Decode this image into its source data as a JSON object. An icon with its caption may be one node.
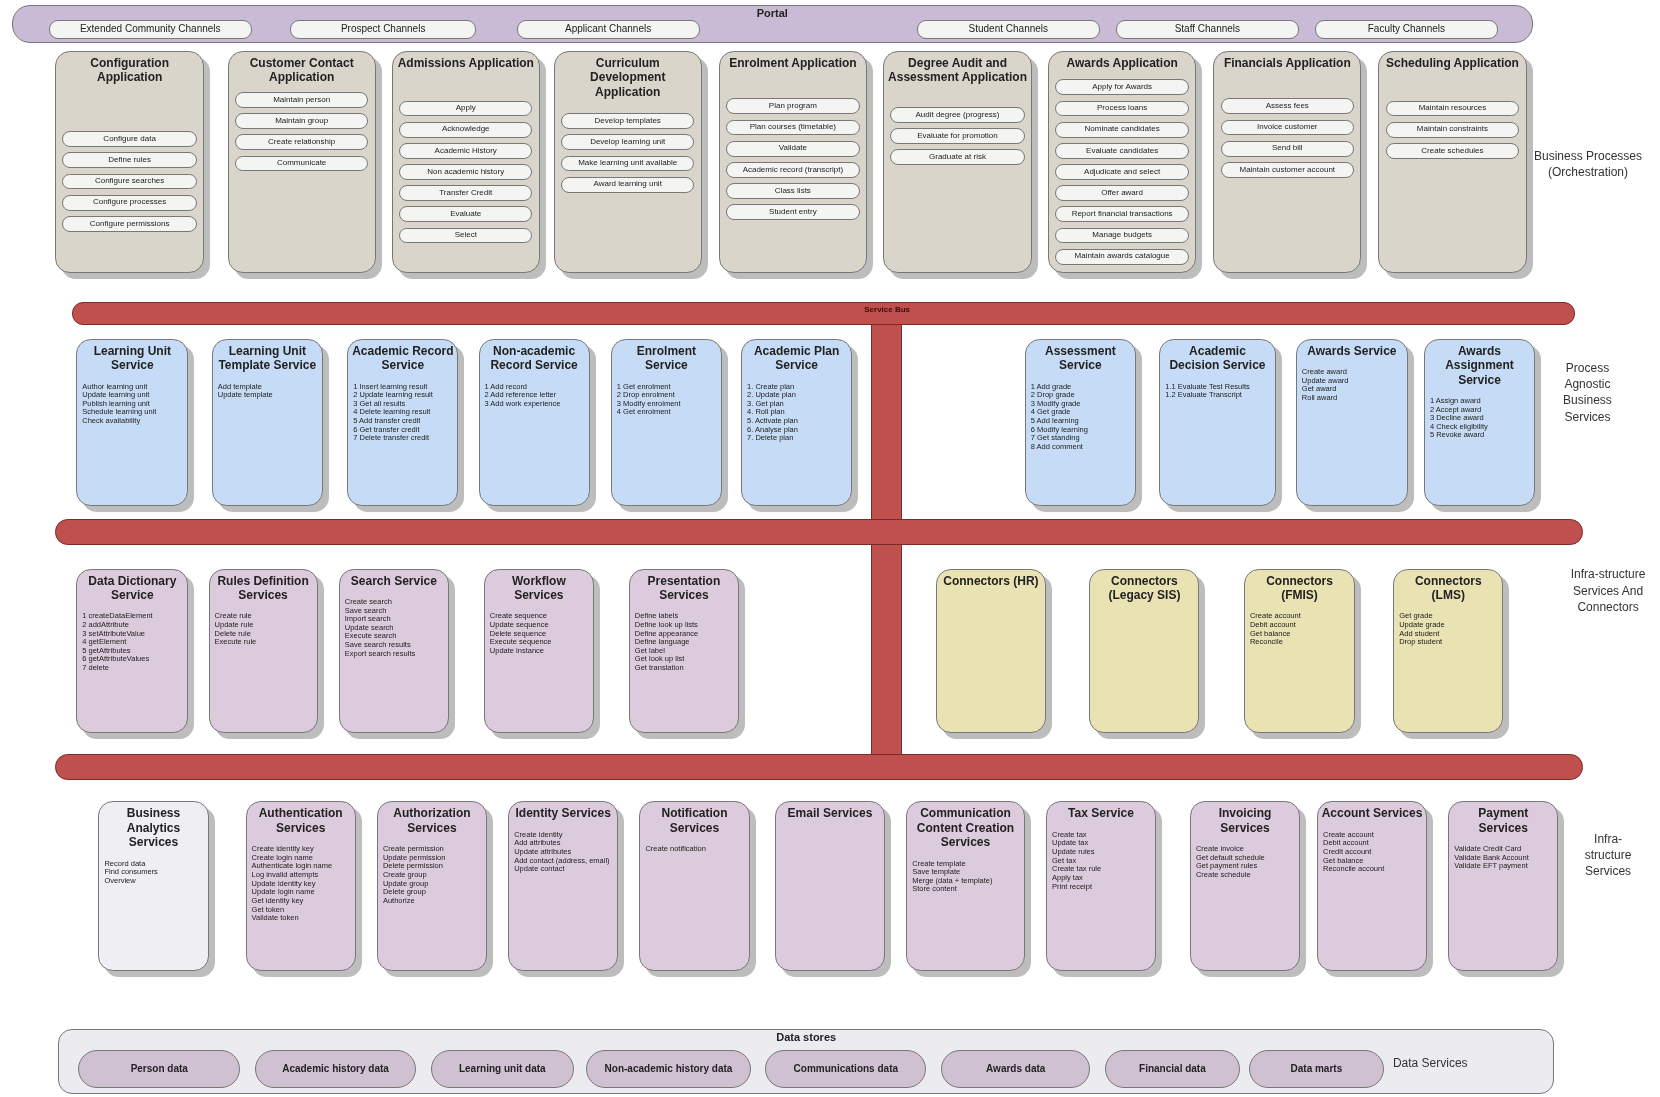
{
  "diagram": {
    "nodes": [
      {
        "text": [
          "Portal"
        ]
      },
      {
        "text": [
          "Extended Community Channels"
        ],
        "in": 0
      },
      {
        "text": [
          "Prospect Channels"
        ],
        "in": 0
      },
      {
        "text": [
          "Applicant Channels"
        ],
        "in": 0
      },
      {
        "text": [
          "Student Channels"
        ],
        "in": 0
      },
      {
        "text": [
          "Staff Channels"
        ],
        "in": 0
      },
      {
        "text": [
          "Faculty Channels"
        ],
        "in": 0
      },
      {
        "text": [
          "Configuration Application"
        ]
      },
      {
        "text": [
          "Configure data"
        ],
        "in": 7
      },
      {
        "text": [
          "Define rules"
        ],
        "in": 7
      },
      {
        "text": [
          "Configure searches"
        ],
        "in": 7
      },
      {
        "text": [
          "Configure processes"
        ],
        "in": 7
      },
      {
        "text": [
          "Configure permissions"
        ],
        "in": 7
      },
      {
        "text": [
          "Customer Contact Application"
        ]
      },
      {
        "text": [
          "Maintain person"
        ],
        "in": 13
      },
      {
        "text": [
          "Maintain group"
        ],
        "in": 13
      },
      {
        "text": [
          "Create relationship"
        ],
        "in": 13
      },
      {
        "text": [
          "Communicate"
        ],
        "in": 13
      },
      {
        "text": [
          "Admissions Application"
        ]
      },
      {
        "text": [
          "Apply"
        ],
        "in": 18
      },
      {
        "text": [
          "Acknowledge"
        ],
        "in": 18
      },
      {
        "text": [
          "Academic History"
        ],
        "in": 18
      },
      {
        "text": [
          "Non academic history"
        ],
        "in": 18
      },
      {
        "text": [
          "Transfer Credit"
        ],
        "in": 18
      },
      {
        "text": [
          "Evaluate"
        ],
        "in": 18
      },
      {
        "text": [
          "Select"
        ],
        "in": 18
      },
      {
        "text": [
          "Curriculum Development Application"
        ]
      },
      {
        "text": [
          "Develop templates"
        ],
        "in": 26
      },
      {
        "text": [
          "Develop learning unit"
        ],
        "in": 26
      },
      {
        "text": [
          "Make learning unit available"
        ],
        "in": 26
      },
      {
        "text": [
          "Award learning unit"
        ],
        "in": 26
      },
      {
        "text": [
          "Enrolment Application"
        ]
      },
      {
        "text": [
          "Plan program"
        ],
        "in": 31
      },
      {
        "text": [
          "Plan courses (timetable)"
        ],
        "in": 31
      },
      {
        "text": [
          "Validate"
        ],
        "in": 31
      },
      {
        "text": [
          "Academic record (transcript)"
        ],
        "in": 31
      },
      {
        "text": [
          "Class lists"
        ],
        "in": 31
      },
      {
        "text": [
          "Student entry"
        ],
        "in": 31
      },
      {
        "text": [
          "Degree Audit and Assessment Application"
        ]
      },
      {
        "text": [
          "Audit degree (progress)"
        ],
        "in": 38
      },
      {
        "text": [
          "Evaluate for promotion"
        ],
        "in": 38
      },
      {
        "text": [
          "Graduate at risk"
        ],
        "in": 38
      },
      {
        "text": [
          "Awards Application"
        ]
      },
      {
        "text": [
          "Apply for Awards"
        ],
        "in": 42
      },
      {
        "text": [
          "Process loans"
        ],
        "in": 42
      },
      {
        "text": [
          "Nominate candidates"
        ],
        "in": 42
      },
      {
        "text": [
          "Evaluate candidates"
        ],
        "in": 42
      },
      {
        "text": [
          "Adjudicate and select"
        ],
        "in": 42
      },
      {
        "text": [
          "Offer award"
        ],
        "in": 42
      },
      {
        "text": [
          "Report financial transactions"
        ],
        "in": 42
      },
      {
        "text": [
          "Manage budgets"
        ],
        "in": 42
      },
      {
        "text": [
          "Maintain awards catalogue"
        ],
        "in": 42
      },
      {
        "text": [
          "Financials Application"
        ]
      },
      {
        "text": [
          "Assess fees"
        ],
        "in": 52
      },
      {
        "text": [
          "Invoice customer"
        ],
        "in": 52
      },
      {
        "text": [
          "Send bill"
        ],
        "in": 52
      },
      {
        "text": [
          "Maintain customer account"
        ],
        "in": 52
      },
      {
        "text": [
          "Scheduling Application"
        ]
      },
      {
        "text": [
          "Maintain resources"
        ],
        "in": 57
      },
      {
        "text": [
          "Maintain constraints"
        ],
        "in": 57
      },
      {
        "text": [
          "Create schedules"
        ],
        "in": 57
      },
      {
        "text": [
          "Service Bus"
        ]
      },
      {
        "text": [
          "Learning Unit Service",
          "Author learning unit",
          "Update learning unit",
          "Publish learning unit",
          "Schedule learning unit",
          "Check availability"
        ]
      },
      {
        "text": [
          "Learning Unit Template Service",
          "Add template",
          "Update template"
        ]
      },
      {
        "text": [
          "Academic Record Service",
          "1 Insert learning result",
          "2 Update learning result",
          "3 Get all results",
          "4 Delete learning result",
          "5 Add transfer credit",
          "6 Get transfer credit",
          "7 Delete transfer credit"
        ]
      },
      {
        "text": [
          "Non-academic Record Service",
          "1 Add record",
          "2 Add reference letter",
          "3 Add work experience"
        ]
      },
      {
        "text": [
          "Enrolment Service",
          "1 Get enrolment",
          "2 Drop enrolment",
          "3 Modify enrolment",
          "4 Get enrolment"
        ]
      },
      {
        "text": [
          "Academic Plan Service",
          "1. Create plan",
          "2. Update plan",
          "3. Get plan",
          "4. Roll plan",
          "5. Activate plan",
          "6. Analyse plan",
          "7. Delete plan"
        ]
      },
      {
        "text": [
          "Assessment Service",
          "1 Add grade",
          "2 Drop grade",
          "3 Modify grade",
          "4 Get grade",
          "5 Add learning",
          "6 Modify learning",
          "7 Get standing",
          "8 Add comment"
        ]
      },
      {
        "text": [
          "Academic Decision Service",
          "1.1 Evaluate Test Results",
          "1.2 Evaluate Transcript"
        ]
      },
      {
        "text": [
          "Awards Service",
          "Create award",
          "Update award",
          "Get award",
          "Roll award"
        ]
      },
      {
        "text": [
          "Awards Assignment Service",
          "1 Assign award",
          "2 Accept award",
          "3 Decline award",
          "4 Check eligibility",
          "5 Revoke award"
        ]
      },
      {
        "text": [
          "Data Dictionary Service",
          "1 createDataElement",
          "2 addAttribute",
          "3 setAttributeValue",
          "4 getElement",
          "5 getAttributes",
          "6 getAttributeValues",
          "7 delete"
        ]
      },
      {
        "text": [
          "Rules Definition Services",
          "Create rule",
          "Update rule",
          "Delete rule",
          "Execute rule"
        ]
      },
      {
        "text": [
          "Search Service",
          "Create search",
          "Save search",
          "Import search",
          "Update search",
          "Execute search",
          "Save search results",
          "Export search results"
        ]
      },
      {
        "text": [
          "Workflow Services",
          "Create sequence",
          "Update sequence",
          "Delete sequence",
          "Execute sequence",
          "Update instance"
        ]
      },
      {
        "text": [
          "Presentation Services",
          "Define labels",
          "Define look up lists",
          "Define appearance",
          "Define language",
          "Get label",
          "Get look up list",
          "Get translation"
        ]
      },
      {
        "text": [
          "Connectors (HR)"
        ]
      },
      {
        "text": [
          "Connectors (Legacy SIS)"
        ]
      },
      {
        "text": [
          "Connectors (FMIS)",
          "Create account",
          "Debit account",
          "Get balance",
          "Reconcile"
        ]
      },
      {
        "text": [
          "Connectors (LMS)",
          "Get grade",
          "Update grade",
          "Add student",
          "Drop student"
        ]
      },
      {
        "text": [
          "Business Analytics Services",
          "Record data",
          "Find consumers",
          "Overview"
        ]
      },
      {
        "text": [
          "Authentication Services",
          "Create identity key",
          "Create login name",
          "Authenticate login name",
          "Log invalid attempts",
          "Update identity key",
          "Update login name",
          "Get identity key",
          "Get token",
          "Validate token"
        ]
      },
      {
        "text": [
          "Authorization Services",
          "Create permission",
          "Update permission",
          "Delete permission",
          "Create group",
          "Update group",
          "Delete group",
          "Authorize"
        ]
      },
      {
        "text": [
          "Identity Services",
          "Create identity",
          "Add attributes",
          "Update attributes",
          "Add contact (address, email)",
          "Update contact"
        ]
      },
      {
        "text": [
          "Notification Services",
          "Create notification"
        ]
      },
      {
        "text": [
          "Email Services"
        ]
      },
      {
        "text": [
          "Communication Content Creation Services",
          "Create template",
          "Save template",
          "Merge (data + template)",
          "Store content"
        ]
      },
      {
        "text": [
          "Tax Service",
          "Create tax",
          "Update tax",
          "Update rules",
          "Get tax",
          "Create tax rule",
          "Apply tax",
          "Print receipt"
        ]
      },
      {
        "text": [
          "Invoicing Services",
          "Create invoice",
          "Get default schedule",
          "Get payment rules",
          "Create schedule"
        ]
      },
      {
        "text": [
          "Account Services",
          "Create account",
          "Debit account",
          "Credit account",
          "Get balance",
          "Reconcile account"
        ]
      },
      {
        "text": [
          "Payment Services",
          "Validate Credit Card",
          "Validate Bank Account",
          "Validate EFT payment"
        ]
      },
      {
        "text": [
          "Data stores"
        ]
      },
      {
        "text": [
          "Person data"
        ],
        "in": 92
      },
      {
        "text": [
          "Academic history data"
        ],
        "in": 92
      },
      {
        "text": [
          "Learning unit data"
        ],
        "in": 92
      },
      {
        "text": [
          "Non-academic history data"
        ],
        "in": 92
      },
      {
        "text": [
          "Communications data"
        ],
        "in": 92
      },
      {
        "text": [
          "Awards data"
        ],
        "in": 92
      },
      {
        "text": [
          "Financial data"
        ],
        "in": 92
      },
      {
        "text": [
          "Data marts"
        ],
        "in": 92
      },
      {
        "text": [],
        "shape": "bar"
      },
      {
        "text": [],
        "shape": "bar"
      },
      {
        "text": [],
        "shape": "bar"
      },
      {
        "text": [],
        "shape": "bar"
      }
    ],
    "labels": [
      "Business Processes (Orchestration)",
      "Process Agnostic Business Services",
      "Infra-structure Services And Connectors",
      "Infra-structure Services",
      "Data Services"
    ]
  }
}
